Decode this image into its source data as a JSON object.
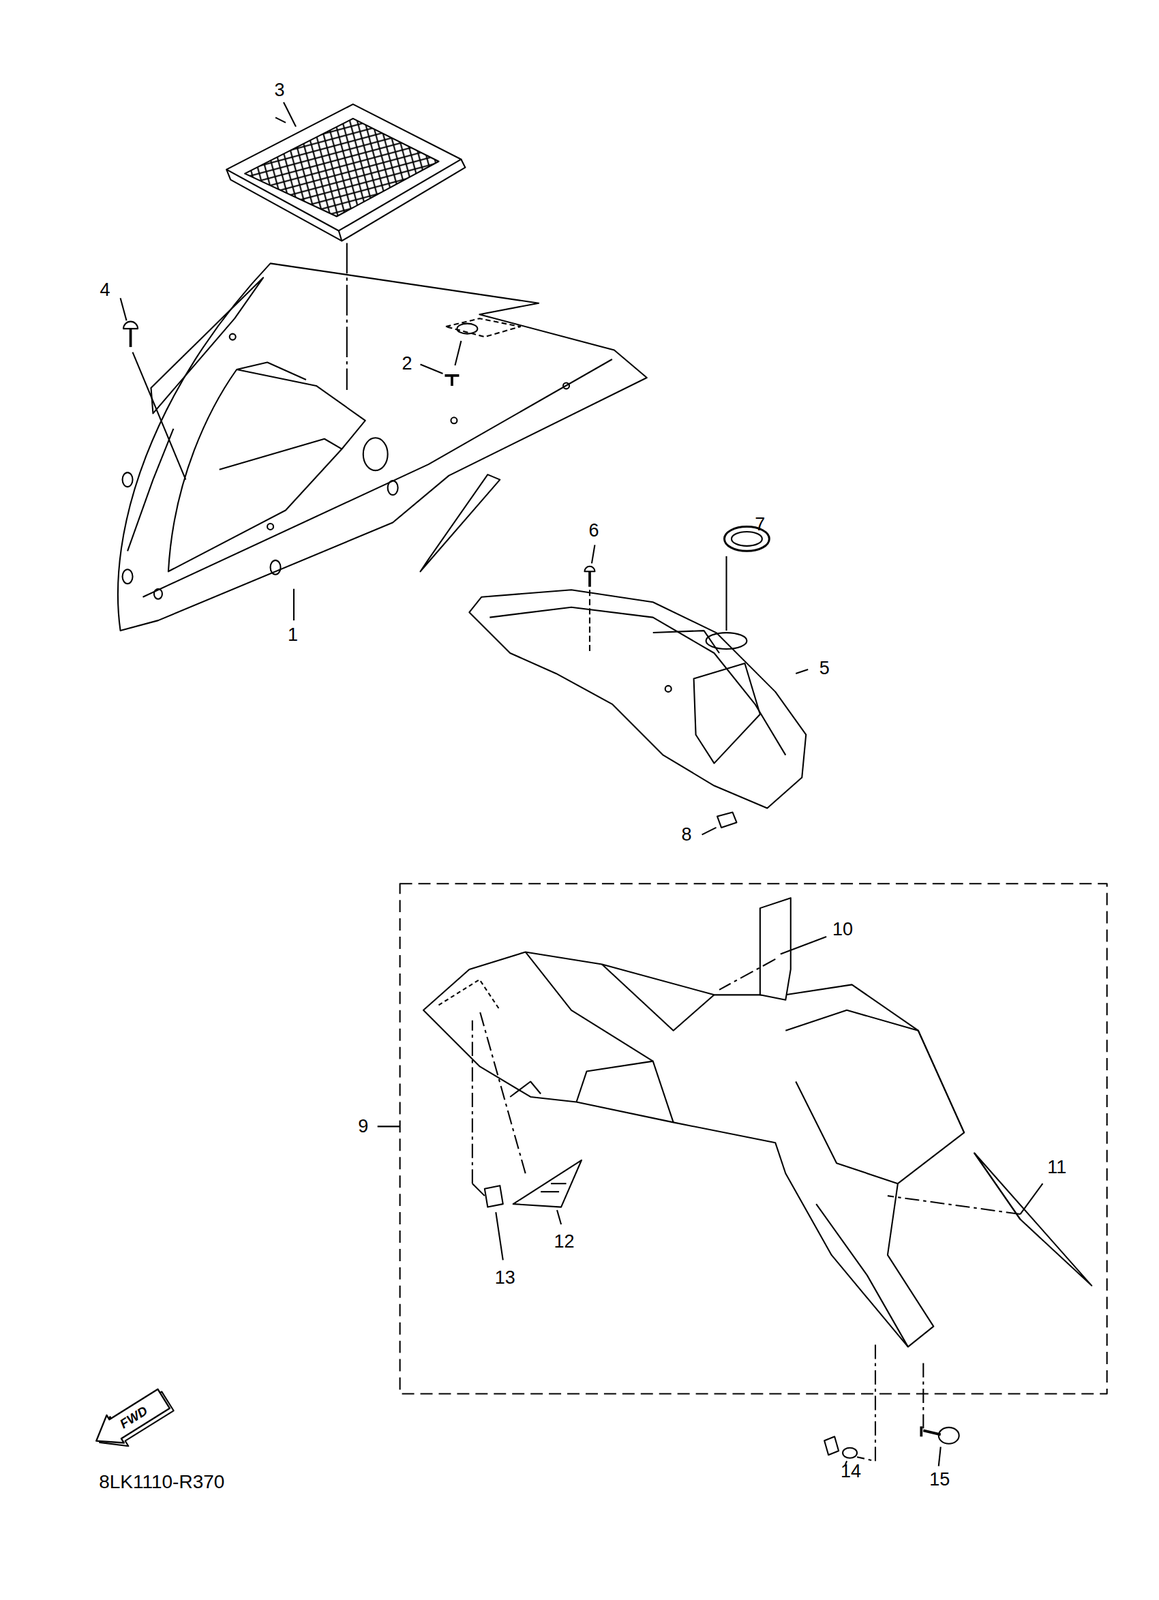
{
  "diagram": {
    "labels": [
      "3",
      "4",
      "2",
      "1",
      "6",
      "7",
      "5",
      "8",
      "10",
      "9",
      "11",
      "12",
      "13",
      "14",
      "15",
      "FWD",
      "8LK1110-R370"
    ]
  }
}
